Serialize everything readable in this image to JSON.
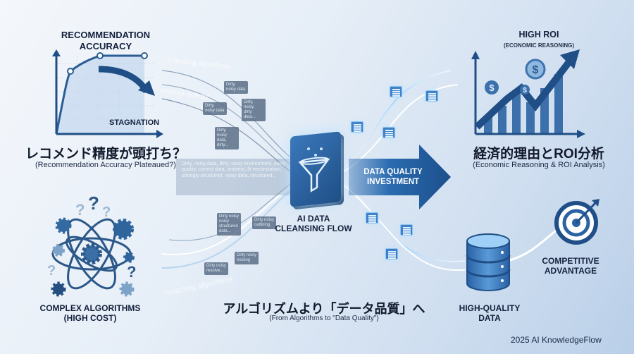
{
  "left_top": {
    "title": "RECOMMENDATION ACCURACY",
    "chart_label": "STAGNATION",
    "heading_jp": "レコメンド精度が頭打ち？",
    "heading_en": "(Recommendation Accuracy Plateaued?)"
  },
  "left_bottom": {
    "label_line1": "COMPLEX ALGORITHMS",
    "label_line2": "(HIGH COST)"
  },
  "stream_text": {
    "matching_top": "matching algorithms",
    "creative": "creative energy",
    "matching_bottom": "matching algorithms",
    "dirty_block": "Dirty, noisy data, dirty, noisy environment, noisy quality, correct data, ambient, fit vectorization, strongly structured, noisy data, structured...",
    "notes": [
      "Dirty, noisy data",
      "Dirty, noisy data",
      "Dirty, noisy, dirty data...",
      "Dirty, noisy data, dirty...",
      "Dirty noisy noisy structured data...",
      "Dirty noisy outlining",
      "Dirty noisy noising",
      "Dirty noisy resolve..."
    ]
  },
  "center": {
    "label_line1": "AI DATA",
    "label_line2": "CLEANSING FLOW",
    "arrow_line1": "DATA QUALITY",
    "arrow_line2": "INVESTMENT",
    "heading_jp": "アルゴリズムより「データ品質」へ",
    "heading_en": "(From Algorithms to \"Data Quality\")"
  },
  "right_top": {
    "title": "HIGH ROI",
    "subtitle": "(ECONOMIC REASONING)",
    "heading_jp": "経済的理由とROI分析",
    "heading_en": "(Economic Reasoning & ROI Analysis)"
  },
  "right_bottom": {
    "data_line1": "HIGH-QUALITY",
    "data_line2": "DATA",
    "adv_line1": "COMPETITIVE",
    "adv_line2": "ADVANTAGE"
  },
  "footer": "2025 AI KnowledgeFlow",
  "colors": {
    "primary": "#1f4f86",
    "accent": "#3f82c8",
    "glow": "#bfe3ff"
  }
}
